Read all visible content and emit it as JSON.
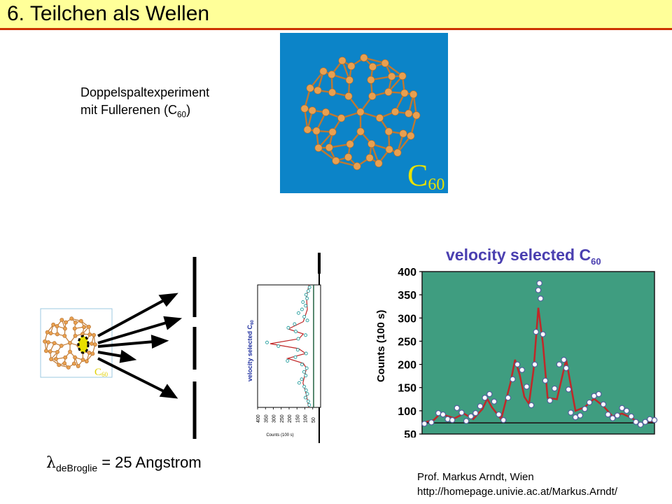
{
  "header": {
    "title": "6. Teilchen als Wellen"
  },
  "caption": {
    "line1": "Doppelspaltexperiment",
    "line2_prefix": "mit Fullerenen (C",
    "line2_sub": "60",
    "line2_suffix": ")"
  },
  "molecule_image": {
    "label_main": "C",
    "label_sub": "60",
    "background_color": "#0c84c8",
    "atom_color": "#e8a050"
  },
  "setup": {
    "source_label_main": "C",
    "source_label_sub": "60"
  },
  "formula": {
    "symbol": "λ",
    "subscript": "deBroglie",
    "text": " = 25 Angstrom"
  },
  "chart_data": [
    {
      "type": "scatter",
      "title": "velocity selected C60",
      "title_main": "velocity selected C",
      "title_sub": "60",
      "ylabel": "Counts (100 s)",
      "ylim": [
        50,
        400
      ],
      "yticks": [
        50,
        100,
        150,
        200,
        250,
        300,
        350,
        400
      ],
      "xlim": [
        0,
        100
      ],
      "series": [
        {
          "kind": "points",
          "x": [
            1,
            4,
            7,
            9,
            11,
            13,
            15,
            17,
            19,
            21,
            23,
            25,
            27,
            29,
            31,
            33,
            35,
            37,
            39,
            41,
            43,
            45,
            47,
            48.5,
            49,
            50,
            50.5,
            51,
            52,
            53,
            55,
            57,
            59,
            61,
            62,
            63,
            64,
            66,
            68,
            70,
            72,
            74,
            76,
            78,
            80,
            82,
            84,
            86,
            88,
            90,
            92,
            94,
            96,
            98,
            100
          ],
          "y": [
            72,
            75,
            95,
            92,
            82,
            80,
            106,
            96,
            78,
            88,
            95,
            110,
            128,
            136,
            120,
            92,
            80,
            128,
            168,
            200,
            188,
            152,
            112,
            200,
            270,
            360,
            375,
            342,
            265,
            165,
            122,
            148,
            200,
            210,
            192,
            146,
            96,
            86,
            90,
            104,
            118,
            132,
            136,
            114,
            92,
            84,
            90,
            106,
            100,
            88,
            76,
            70,
            76,
            82,
            80
          ]
        },
        {
          "kind": "line",
          "x": [
            0,
            5,
            8,
            10,
            14,
            18,
            22,
            26,
            28,
            30,
            34,
            38,
            40,
            42,
            44,
            46,
            48,
            50,
            52,
            54,
            58,
            62,
            66,
            70,
            74,
            78,
            82,
            86,
            90,
            94,
            100
          ],
          "y": [
            74,
            80,
            95,
            90,
            84,
            94,
            82,
            104,
            126,
            108,
            82,
            160,
            210,
            178,
            130,
            115,
            190,
            322,
            245,
            128,
            125,
            210,
            100,
            108,
            126,
            110,
            88,
            94,
            85,
            72,
            76
          ]
        }
      ],
      "baseline": 74,
      "colors": {
        "plot_bg": "#3f9d80",
        "points": "#ffffff",
        "point_edge": "#5560a0",
        "line": "#c02828",
        "baseline": "#202020",
        "title": "#4a3fb0",
        "frame_bg": "#dcdcdc"
      }
    },
    {
      "type": "scatter",
      "ylabel_main": "velocity selected C",
      "ylabel_sub": "60",
      "xlabel": "Counts (100 s)",
      "xlim": [
        0,
        400
      ],
      "xticks": [
        400,
        350,
        300,
        250,
        200,
        150,
        100,
        50
      ],
      "y": [
        0,
        100
      ],
      "series": [
        {
          "kind": "points",
          "y": [
            2,
            5,
            8,
            11,
            14,
            17,
            20,
            23,
            26,
            29,
            32,
            35,
            38,
            41,
            44,
            47,
            50,
            53,
            56,
            59,
            62,
            65,
            68,
            71,
            74,
            77,
            80,
            83,
            86,
            89,
            92,
            95,
            98
          ],
          "x": [
            70,
            78,
            92,
            86,
            112,
            95,
            118,
            140,
            104,
            84,
            165,
            205,
            158,
            95,
            142,
            340,
            268,
            145,
            92,
            160,
            210,
            118,
            88,
            105,
            94,
            120,
            136,
            104,
            92,
            84,
            96,
            78,
            72
          ]
        },
        {
          "kind": "line",
          "y": [
            0,
            10,
            20,
            30,
            36,
            40,
            44,
            48,
            52,
            56,
            60,
            64,
            68,
            80,
            90,
            100
          ],
          "x": [
            74,
            90,
            84,
            110,
            205,
            110,
            138,
            320,
            140,
            95,
            210,
            110,
            90,
            112,
            90,
            76
          ]
        }
      ],
      "colors": {
        "points": "#2aa0a0",
        "line": "#c02828",
        "baseline": "#206040"
      }
    }
  ],
  "credit": {
    "line1": "Prof. Markus Arndt, Wien",
    "line2": "http://homepage.univie.ac.at/Markus.Arndt/"
  }
}
